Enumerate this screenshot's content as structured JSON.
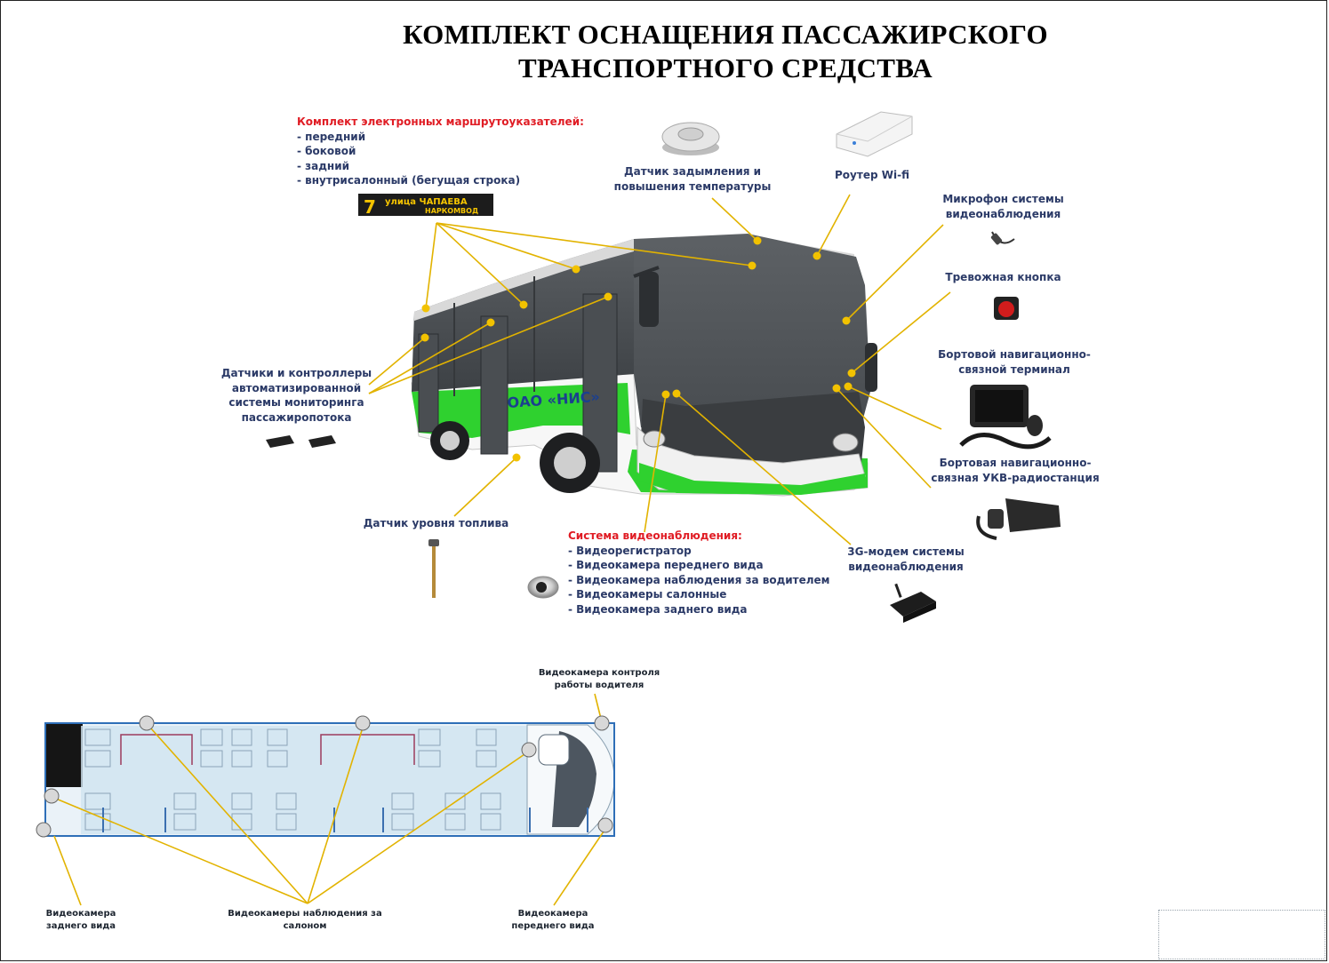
{
  "title": {
    "line1": "КОМПЛЕКТ ОСНАЩЕНИЯ ПАССАЖИРСКОГО",
    "line2": "ТРАНСПОРТНОГО СРЕДСТВА"
  },
  "route_signs": {
    "heading": "Комплект электронных маршрутоуказателей:",
    "items": [
      "- передний",
      "- боковой",
      "- задний",
      "- внутрисалонный (бегущая строка)"
    ],
    "display": {
      "number": "7",
      "line1": "улица ЧАПАЕВА",
      "line2": "НАРКОМВОД"
    }
  },
  "smoke_sensor": {
    "line1": "Датчик задымления и",
    "line2": "повышения температуры"
  },
  "router": {
    "label": "Роутер Wi-fi"
  },
  "microphone": {
    "line1": "Микрофон системы",
    "line2": "видеонаблюдения"
  },
  "alarm_button": {
    "label": "Тревожная кнопка"
  },
  "nav_terminal": {
    "line1": "Бортовой навигационно-",
    "line2": "связной терминал"
  },
  "radio_station": {
    "line1": "Бортовая навигационно-",
    "line2": "связная УКВ-радиостанция"
  },
  "modem_3g": {
    "line1": "3G-модем системы",
    "line2": "видеонаблюдения"
  },
  "passenger_sensors": {
    "line1": "Датчики и контроллеры",
    "line2": "автоматизированной",
    "line3": "системы мониторинга",
    "line4": "пассажиропотока"
  },
  "fuel_sensor": {
    "label": "Датчик уровня топлива"
  },
  "video_system": {
    "heading": "Система видеонаблюдения:",
    "items": [
      "- Видеорегистратор",
      "- Видеокамера переднего вида",
      "- Видеокамера наблюдения за водителем",
      "- Видеокамеры салонные",
      "- Видеокамера заднего вида"
    ]
  },
  "bus_logo": "ОАО «НИС»",
  "plan": {
    "driver_camera": {
      "line1": "Видеокамера контроля",
      "line2": "работы водителя"
    },
    "rear_camera": {
      "line1": "Видеокамера",
      "line2": "заднего вида"
    },
    "cabin_cameras": {
      "line1": "Видеокамеры наблюдения за",
      "line2": "салоном"
    },
    "front_camera": {
      "line1": "Видеокамера",
      "line2": "переднего вида"
    }
  },
  "colors": {
    "callout_dot": "#f2c200",
    "callout_line": "#e2b300",
    "bus_green": "#2fd12f",
    "label_text": "#2b3a67",
    "heading_red": "#e01c24"
  }
}
